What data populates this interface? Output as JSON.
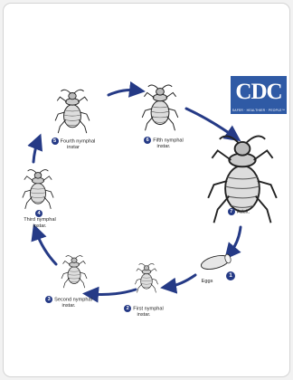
{
  "logo": {
    "text": "CDC",
    "tagline": "SAFER · HEALTHIER · PEOPLE™",
    "color": "#2f5aa5"
  },
  "arrow_color": "#253a86",
  "stages": [
    {
      "number": "1",
      "label": "Eggs"
    },
    {
      "number": "2",
      "label": "First nymphal instar."
    },
    {
      "number": "3",
      "label": "Second nymphal instar."
    },
    {
      "number": "4",
      "label": "Third nymphal instar."
    },
    {
      "number": "5",
      "label": "Fourth nymphal instar"
    },
    {
      "number": "6",
      "label": "Fifth nymphal instar."
    },
    {
      "number": "7",
      "label": "Adult."
    }
  ]
}
